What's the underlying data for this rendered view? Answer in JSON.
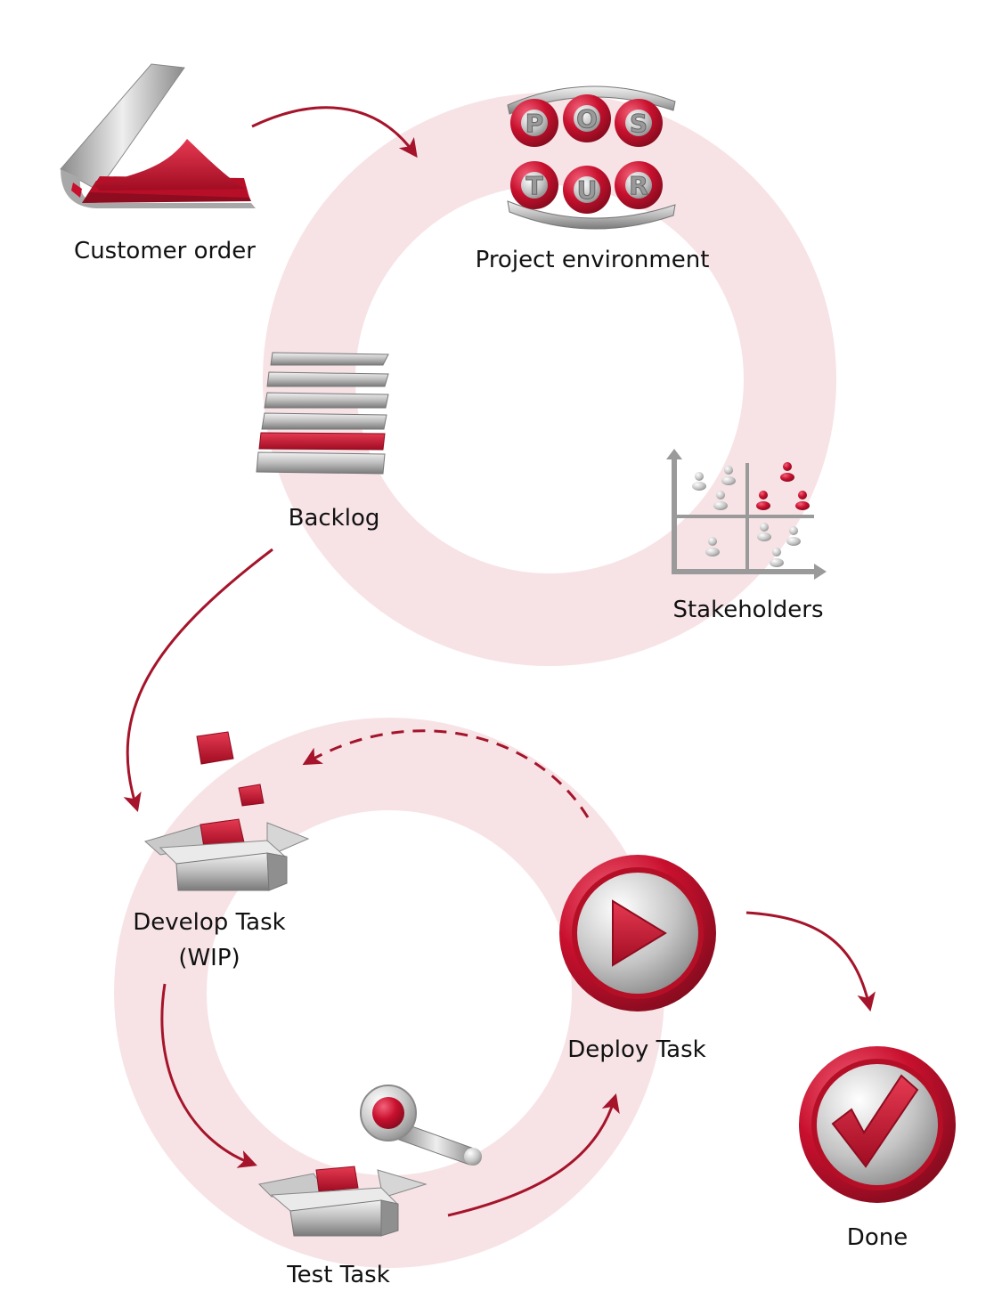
{
  "nodes": {
    "customer_order": {
      "label": "Customer order"
    },
    "project_environment": {
      "label": "Project environment",
      "letters": [
        "P",
        "O",
        "S",
        "T",
        "U",
        "R"
      ]
    },
    "backlog": {
      "label": "Backlog"
    },
    "stakeholders": {
      "label": "Stakeholders"
    },
    "develop_task": {
      "label_line1": "Develop Task",
      "label_line2": "(WIP)"
    },
    "test_task": {
      "label": "Test Task"
    },
    "deploy_task": {
      "label": "Deploy Task"
    },
    "done": {
      "label": "Done"
    }
  },
  "colors": {
    "accent": "#c8102e",
    "accent_dark": "#9b1022",
    "ring": "#f7e3e6",
    "metal": "#bdbdbd",
    "metal_dark": "#7a7a7a",
    "text": "#111111"
  },
  "icons": {
    "customer_order": "folder-icon",
    "project_environment": "postur-icon",
    "backlog": "stack-icon",
    "stakeholders": "stakeholder-matrix-icon",
    "develop_task": "open-box-icon",
    "test_task": "magnifier-box-icon",
    "deploy_task": "play-button-icon",
    "done": "checkmark-button-icon"
  }
}
